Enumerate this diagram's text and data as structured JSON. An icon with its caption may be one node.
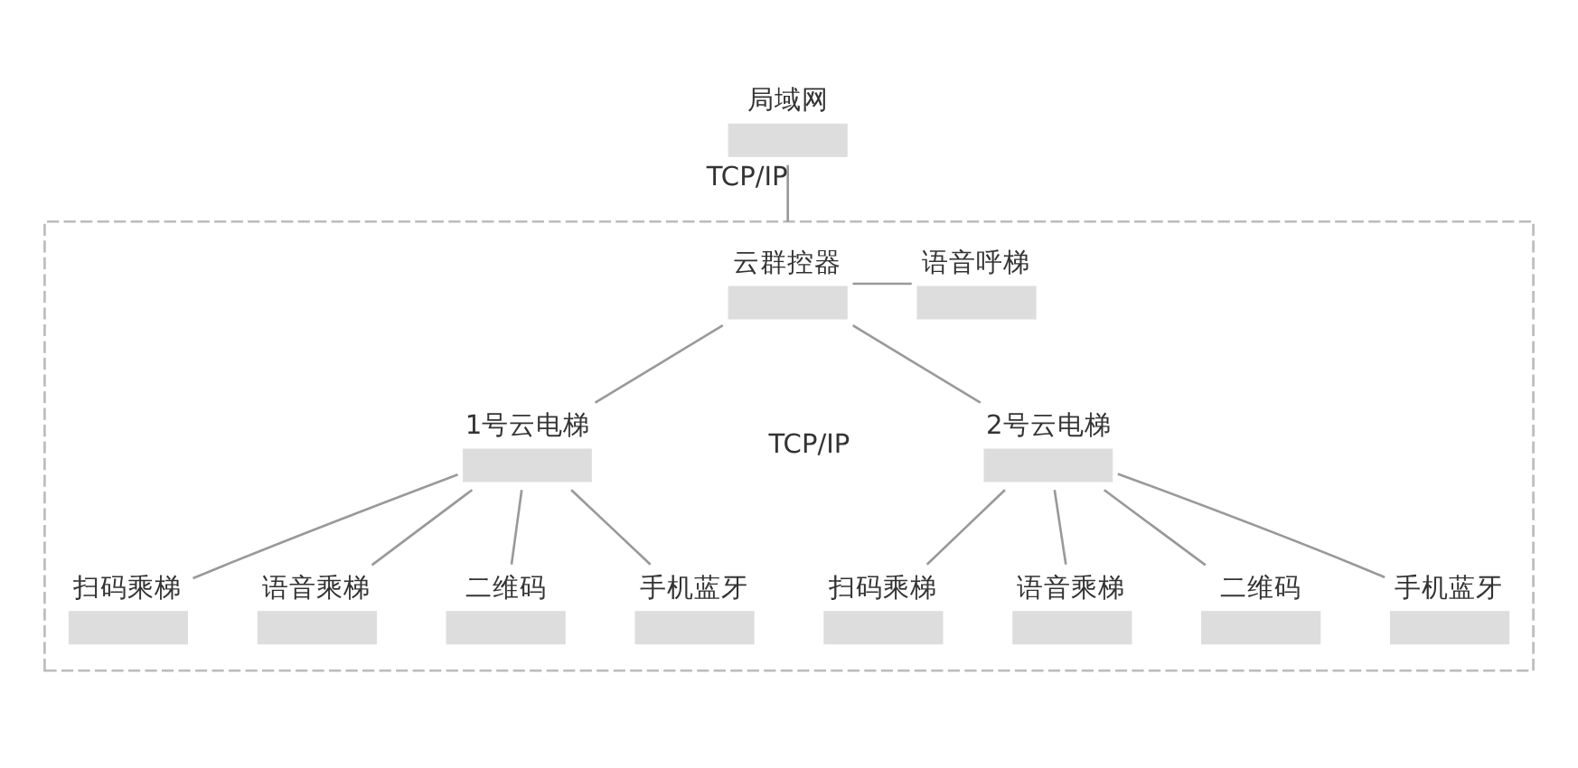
{
  "diagram": {
    "nodes": [
      {
        "text": [
          "局域网"
        ]
      },
      {
        "text": [],
        "shape": "box"
      },
      {
        "text": [
          "云群控器"
        ],
        "in": 1
      },
      {
        "text": [
          "语音呼梯"
        ],
        "in": 1
      },
      {
        "text": [
          "1号云电梯"
        ],
        "in": 1
      },
      {
        "text": [
          "2号云电梯"
        ],
        "in": 1
      },
      {
        "text": [
          "扫码乘梯"
        ],
        "in": 1
      },
      {
        "text": [
          "语音乘梯"
        ],
        "in": 1
      },
      {
        "text": [
          "二维码"
        ],
        "in": 1
      },
      {
        "text": [
          "手机蓝牙"
        ],
        "in": 1
      },
      {
        "text": [
          "扫码乘梯"
        ],
        "in": 1
      },
      {
        "text": [
          "语音乘梯"
        ],
        "in": 1
      },
      {
        "text": [
          "二维码"
        ],
        "in": 1
      },
      {
        "text": [
          "手机蓝牙"
        ],
        "in": 1
      }
    ],
    "edges": [
      {
        "from": 0,
        "to": 1,
        "arrow": "none",
        "label": "TCP/IP"
      },
      {
        "from": 2,
        "to": 3,
        "arrow": "none"
      },
      {
        "from": 2,
        "to": 4,
        "arrow": "none"
      },
      {
        "from": 2,
        "to": 5,
        "arrow": "none"
      },
      {
        "from": 4,
        "to": 6,
        "arrow": "none"
      },
      {
        "from": 4,
        "to": 7,
        "arrow": "none"
      },
      {
        "from": 4,
        "to": 8,
        "arrow": "none"
      },
      {
        "from": 4,
        "to": 9,
        "arrow": "none"
      },
      {
        "from": 5,
        "to": 10,
        "arrow": "none"
      },
      {
        "from": 5,
        "to": 11,
        "arrow": "none"
      },
      {
        "from": 5,
        "to": 12,
        "arrow": "none"
      },
      {
        "from": 5,
        "to": 13,
        "arrow": "none"
      }
    ],
    "labels": [
      "TCP/IP"
    ]
  }
}
